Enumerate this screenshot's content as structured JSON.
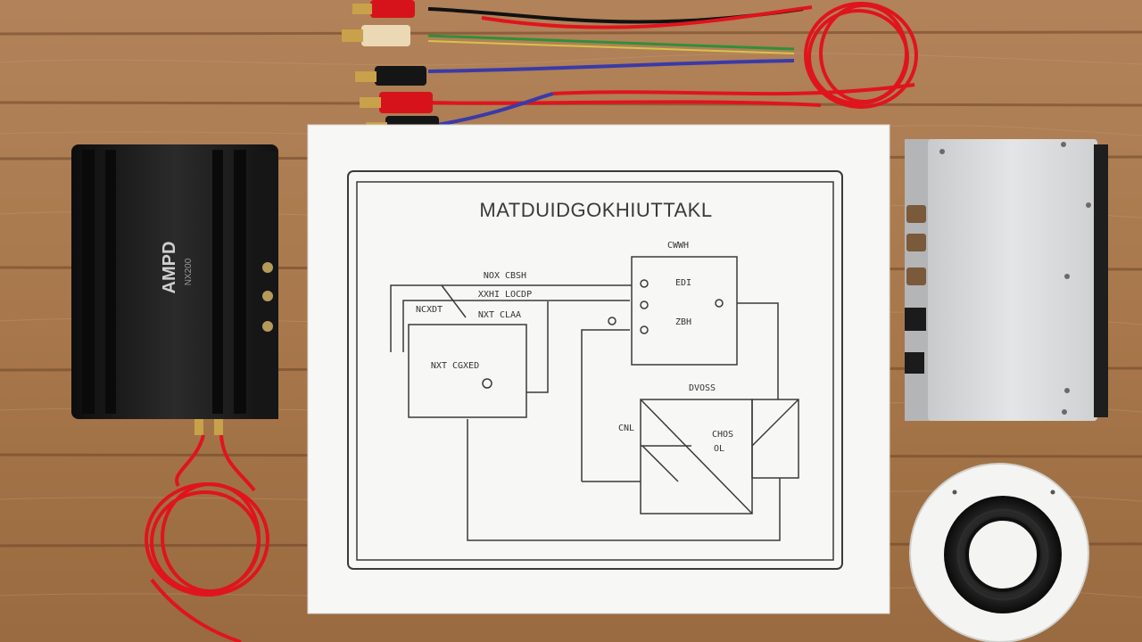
{
  "schematic": {
    "title": "MATDUIDGOKHIUTTAKL",
    "labels": {
      "top_right": "CWWH",
      "left_a": "NOX CBSH",
      "left_b": "XXHI LOCDP",
      "left_c": "NCXDT",
      "left_d": "NXT CLAA",
      "left_box": "NXT CGXED",
      "right_box_1": "EDI",
      "right_box_2": "ZBH",
      "bottom_top": "DVOSS",
      "bottom_left": "CNL",
      "bottom_mid": "CHOS",
      "bottom_mid2": "OL"
    }
  },
  "amplifier": {
    "brand": "AMPD",
    "model": "NX200"
  },
  "colors": {
    "wood": "#a8784c",
    "wood_dark": "#7a5230",
    "paper": "#f7f7f5",
    "line": "#3a3a3a",
    "wire_red": "#e0141c",
    "amp_black": "#1c1c1c",
    "box_silver": "#d7d8d8"
  }
}
